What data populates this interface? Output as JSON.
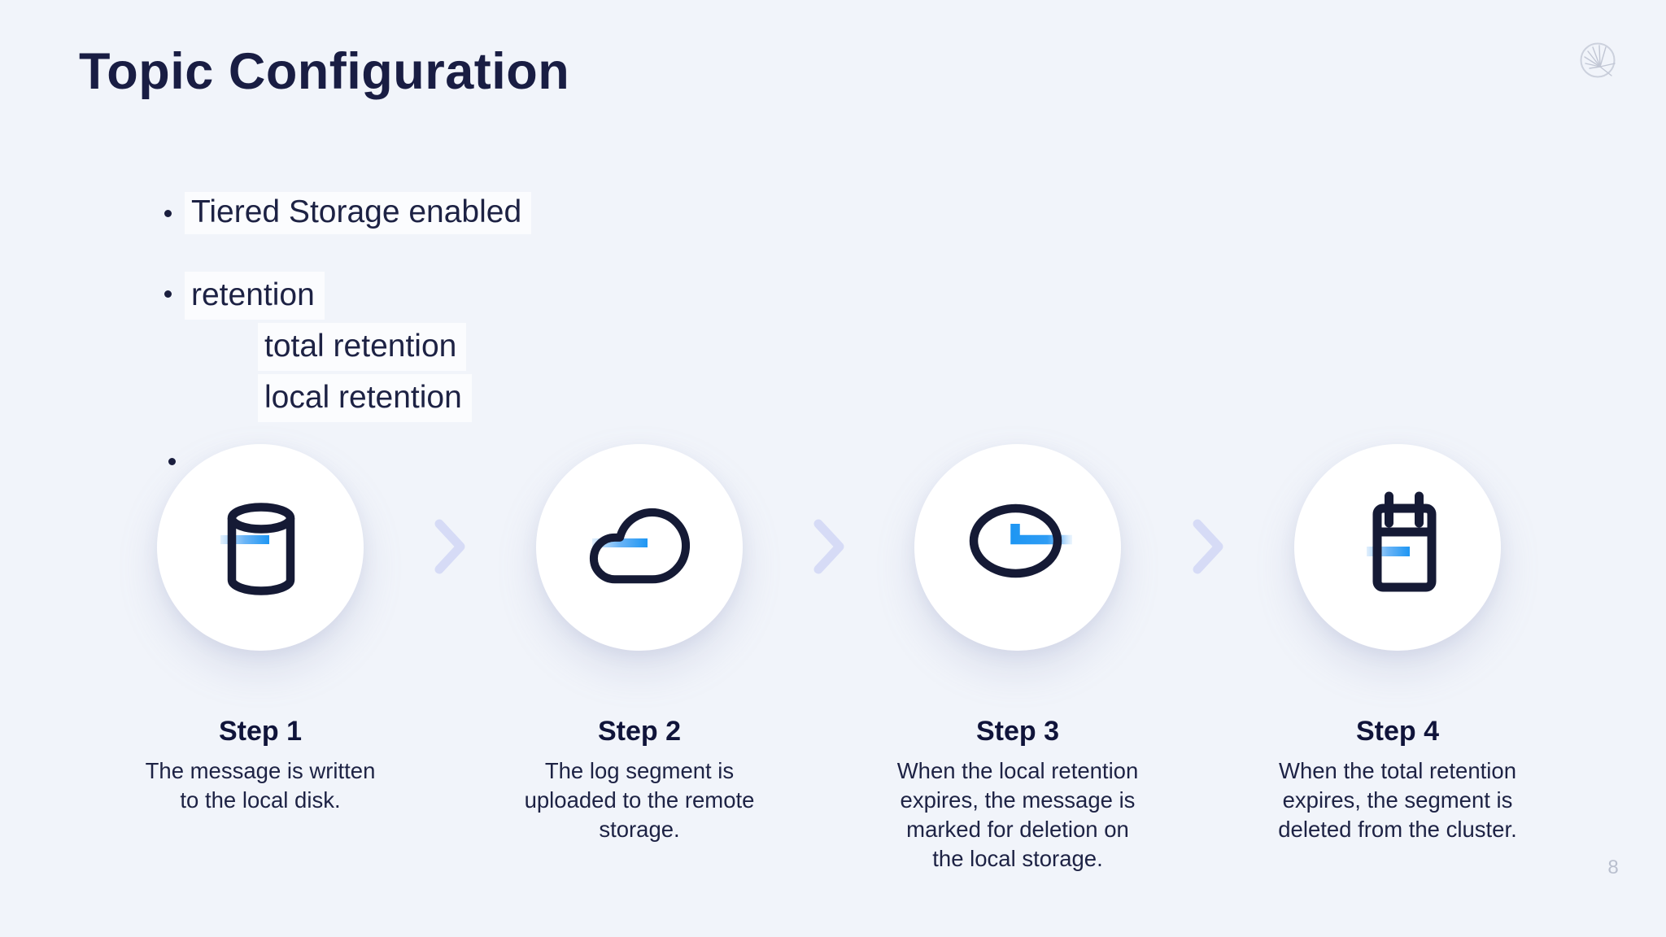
{
  "slide": {
    "title": "Topic Configuration",
    "page_number": "8",
    "bullets": {
      "item1": "Tiered Storage enabled",
      "item2": "retention",
      "item2_sub1": "total retention",
      "item2_sub2": "local retention"
    },
    "steps": [
      {
        "title": "Step 1",
        "description": "The message is written to the local disk.",
        "icon": "database"
      },
      {
        "title": "Step 2",
        "description": "The log segment is uploaded to the remote storage.",
        "icon": "cloud"
      },
      {
        "title": "Step 3",
        "description": "When the local retention expires, the message is marked for deletion on the local storage.",
        "icon": "clock"
      },
      {
        "title": "Step 4",
        "description": "When the total retention expires, the segment is deleted from the cluster.",
        "icon": "calendar"
      }
    ]
  },
  "colors": {
    "background": "#f1f4fa",
    "title-text": "#191d43",
    "body-text": "#1d2244",
    "accent-blue": "#1e96f3",
    "accent-blue-light": "#aed4f8",
    "chevron": "#d6dbf6",
    "circle-fill": "#ffffff",
    "muted-gray": "#b9bfce",
    "icon-stroke": "#151a35"
  }
}
